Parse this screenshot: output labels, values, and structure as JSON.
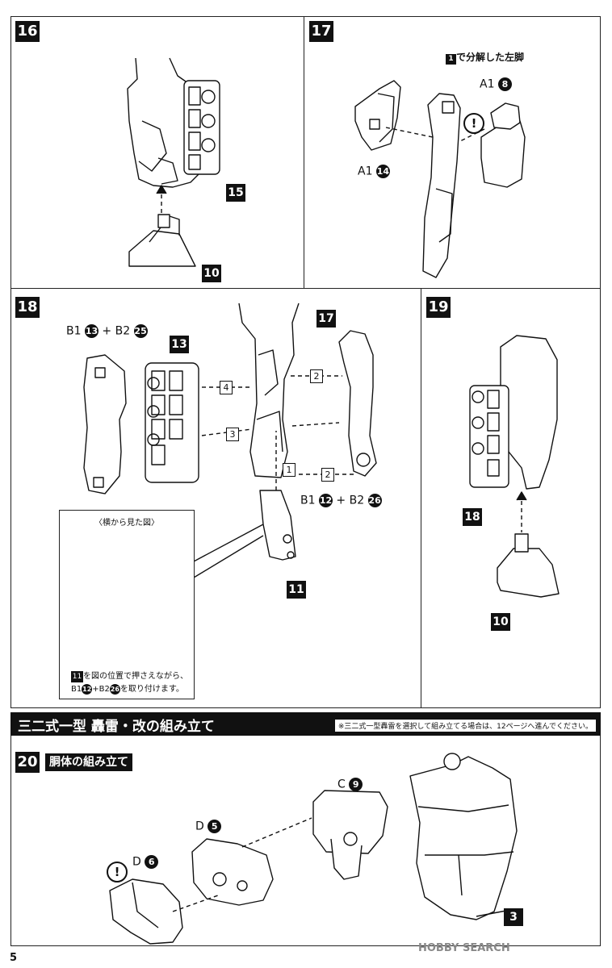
{
  "page_number": "5",
  "watermark": "HOBBY SEARCH",
  "steps": {
    "s16": {
      "num": "16",
      "parts": {
        "p15": "15",
        "p10": "10"
      }
    },
    "s17": {
      "num": "17",
      "top_label": "で分解した左脚",
      "top_label_ref": "1",
      "part_a": "A1",
      "part_a_num": "8",
      "part_b": "A1",
      "part_b_num": "14",
      "alert": "!"
    },
    "s18": {
      "num": "18",
      "combo_top": "B1",
      "combo_top_n1": "13",
      "combo_top_plus": "+ B2",
      "combo_top_n2": "25",
      "tag13": "13",
      "tag17": "17",
      "tag11": "11",
      "combo_bottom": "B1",
      "combo_bottom_n1": "12",
      "combo_bottom_plus": "+ B2",
      "combo_bottom_n2": "26",
      "arrows": [
        "4",
        "3",
        "2",
        "2",
        "1"
      ],
      "note_title": "〈横から見た図〉",
      "note_line1": "を図の位置で押さえながら、",
      "note_line1_ref": "11",
      "note_line2": "を取り付けます。",
      "note_line2_prefix": "B1",
      "note_line2_n1": "12",
      "note_line2_plus": "+B2",
      "note_line2_n2": "26"
    },
    "s19": {
      "num": "19",
      "tag18": "18",
      "tag10": "10"
    },
    "s20": {
      "num": "20",
      "subtitle": "胴体の組み立て",
      "d6": "D",
      "d6_num": "6",
      "d5": "D",
      "d5_num": "5",
      "c9": "C",
      "c9_num": "9",
      "tag3": "3",
      "alert": "!"
    }
  },
  "section": {
    "title": "三二式一型 轟雷・改の組み立て",
    "note": "※三二式一型轟雷を選択して組み立てる場合は、12ページへ進んでください。"
  }
}
